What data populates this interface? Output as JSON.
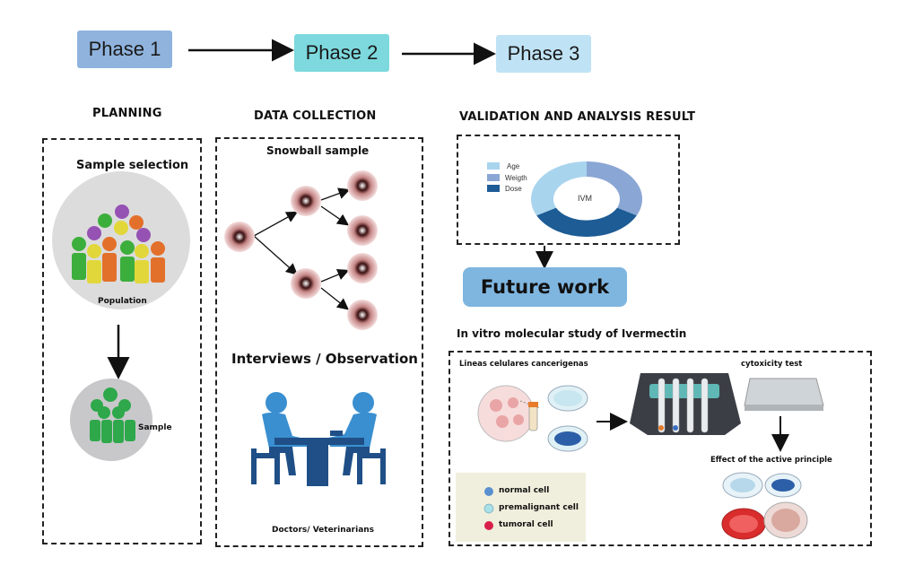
{
  "phases": [
    {
      "label": "Phase 1",
      "color": "#8fb3dd"
    },
    {
      "label": "Phase 2",
      "color": "#7dd9de"
    },
    {
      "label": "Phase 3",
      "color": "#bfe3f5"
    }
  ],
  "planning": {
    "heading": "PLANNING",
    "sample_selection": "Sample selection",
    "population": "Population",
    "sample": "Sample"
  },
  "data_collection": {
    "heading": "DATA COLLECTION",
    "snowball": "Snowball sample",
    "interviews": "Interviews / Observation",
    "doctors": "Doctors/ Veterinarians"
  },
  "validation": {
    "heading": "VALIDATION AND ANALYSIS RESULT",
    "donut_center": "IVM",
    "legend": [
      {
        "label": "Age",
        "color": "#a9d4ee"
      },
      {
        "label": "Weigth",
        "color": "#8aa6d4"
      },
      {
        "label": "Dose",
        "color": "#1d5c95"
      }
    ],
    "future_work": "Future work",
    "in_vitro": "In vitro molecular study of Ivermectin",
    "lineas": "Lineas celulares cancerigenas",
    "cytoxicity": "cytoxicity test",
    "effect": "Effect of the active principle",
    "cell_legend": [
      {
        "label": "normal cell",
        "color": "#5a8fd0"
      },
      {
        "label": "premalignant cell",
        "color": "#a8e0e8"
      },
      {
        "label": "tumoral cell",
        "color": "#d8204a"
      }
    ]
  }
}
